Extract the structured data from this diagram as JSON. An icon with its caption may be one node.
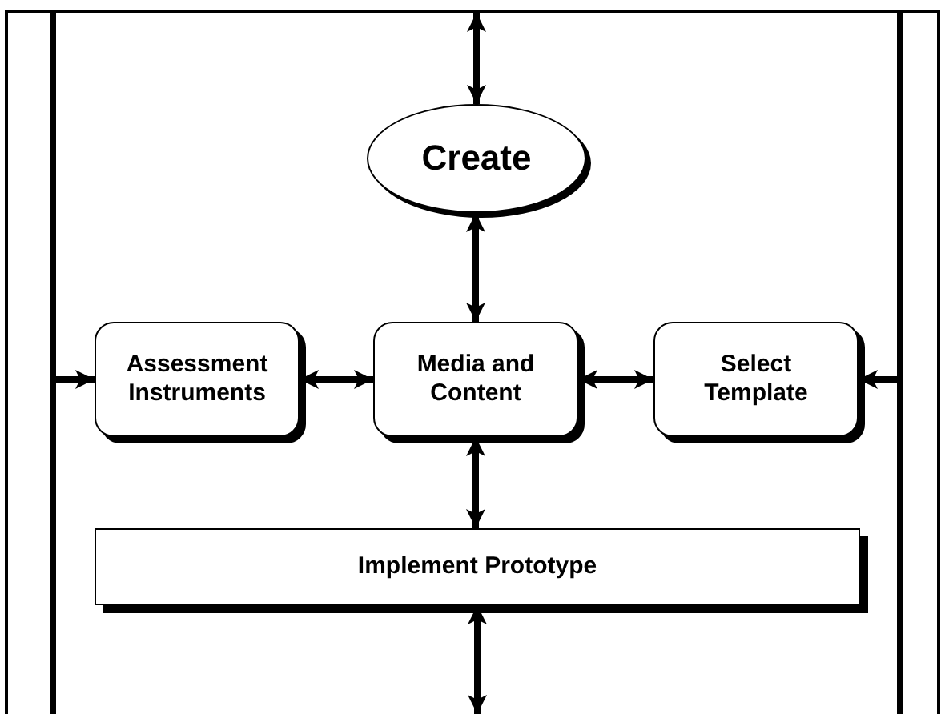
{
  "diagram": {
    "nodes": [
      {
        "text": [
          "Create"
        ]
      },
      {
        "text": [],
        "shape": "bar"
      },
      {
        "text": [
          "Assessment Instruments"
        ]
      },
      {
        "text": [
          "Media and Content"
        ]
      },
      {
        "text": [
          "Select Template"
        ]
      },
      {
        "text": [],
        "shape": "bar"
      },
      {
        "text": [
          "Implement Prototype"
        ]
      }
    ],
    "edges": [
      {
        "from": null,
        "to": 0,
        "arrow": "both"
      },
      {
        "from": 0,
        "to": 3,
        "arrow": "both"
      },
      {
        "from": 1,
        "to": 2,
        "arrow": "to"
      },
      {
        "from": 2,
        "to": 3,
        "arrow": "both"
      },
      {
        "from": 3,
        "to": 4,
        "arrow": "both"
      },
      {
        "from": 5,
        "to": 4,
        "arrow": "to"
      },
      {
        "from": 3,
        "to": 6,
        "arrow": "both"
      },
      {
        "from": 6,
        "to": null,
        "arrow": "both"
      }
    ]
  }
}
